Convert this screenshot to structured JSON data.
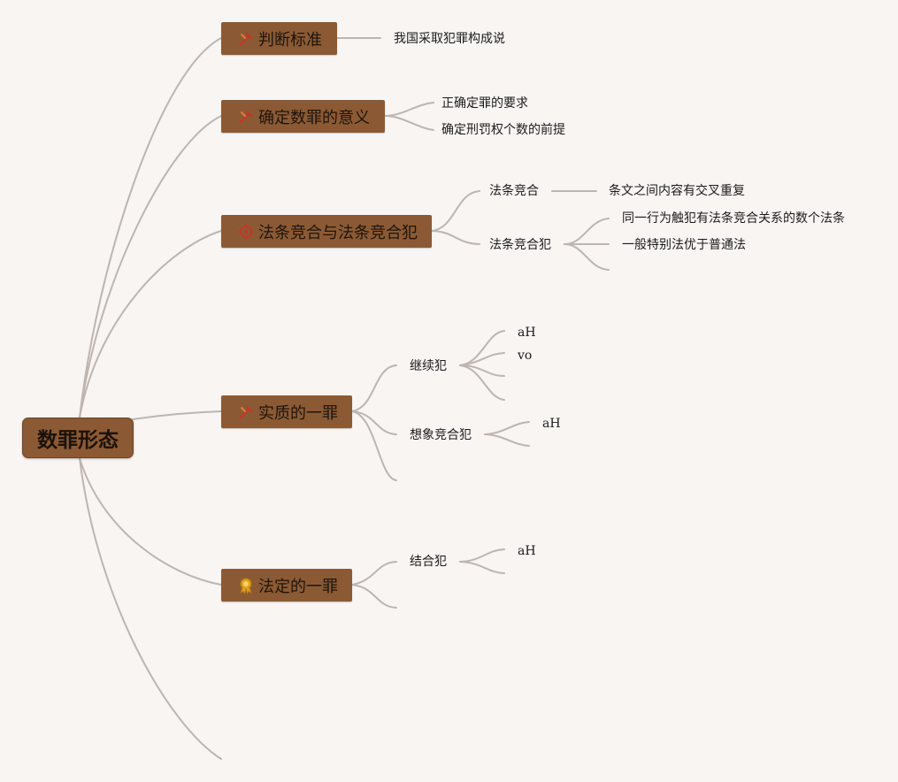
{
  "root": {
    "label": "数罪形态"
  },
  "branches": [
    {
      "label": "判断标准",
      "icon": "tools-icon"
    },
    {
      "label": "确定数罪的意义",
      "icon": "tools-icon"
    },
    {
      "label": "法条竞合与法条竞合犯",
      "icon": "gear-warning-icon"
    },
    {
      "label": "实质的一罪",
      "icon": "tools-icon"
    },
    {
      "label": "法定的一罪",
      "icon": "award-medal-icon"
    }
  ],
  "leaves": {
    "b1_1": "我国采取犯罪构成说",
    "b2_1": "正确定罪的要求",
    "b2_2": "确定刑罚权个数的前提",
    "b3_1": "法条竞合",
    "b3_1_1": "条文之间内容有交叉重复",
    "b3_2": "法条竞合犯",
    "b3_2_1": "同一行为触犯有法条竞合关系的数个法条",
    "b3_2_2": "一般特别法优于普通法",
    "b4_1": "继续犯",
    "b4_1_1": "aH",
    "b4_1_2": "vo",
    "b4_2": "想象竞合犯",
    "b4_2_1": "aH",
    "b5_1": "结合犯",
    "b5_1_1": "aH"
  },
  "colors": {
    "background": "#f8f5f3",
    "node_fill": "#8b5a34",
    "connector": "#bdb5b0",
    "icon_red": "#c0392b",
    "icon_gold": "#e0a020"
  }
}
